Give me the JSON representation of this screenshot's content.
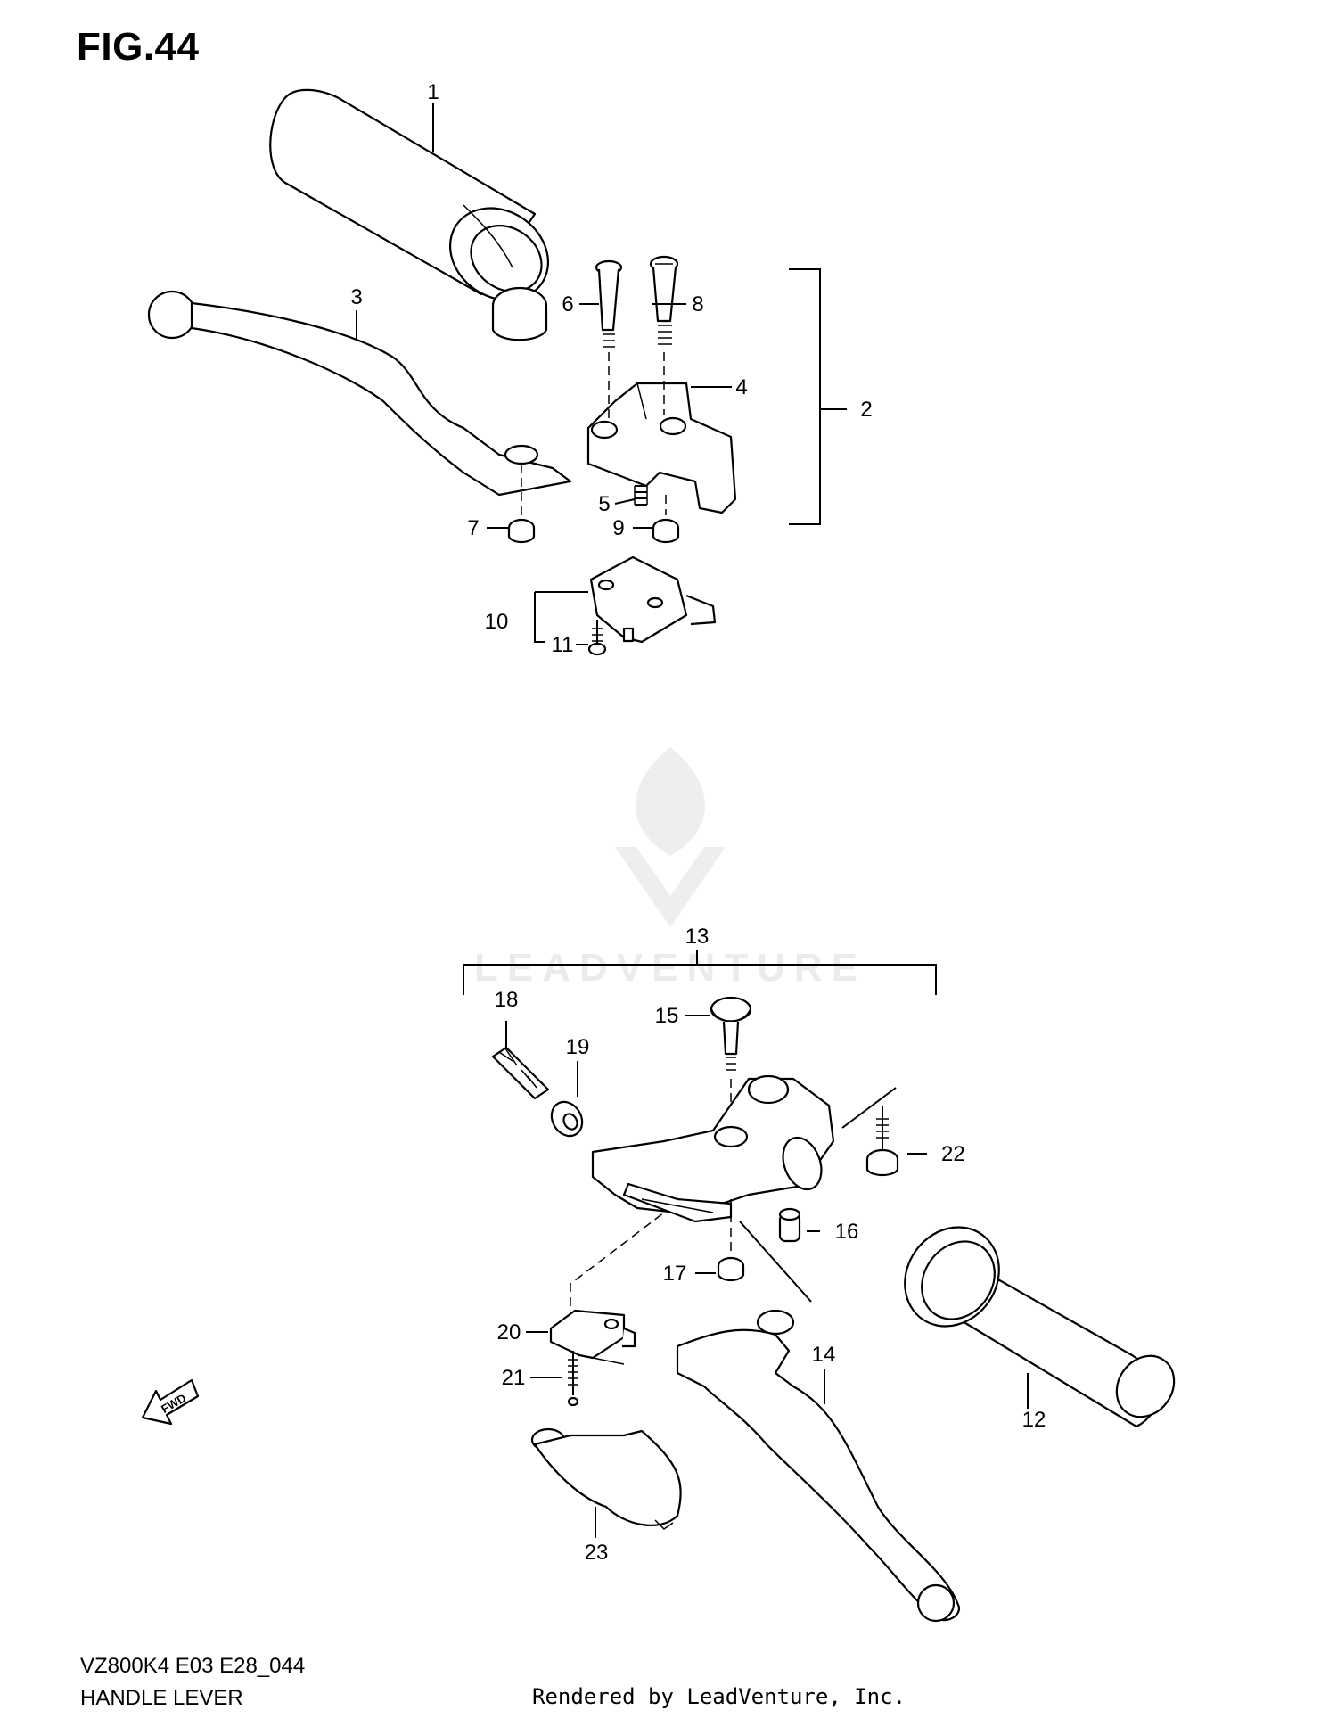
{
  "figure": {
    "title": "FIG.44",
    "model_code": "VZ800K4 E03 E28_044",
    "section_name": "HANDLE LEVER",
    "rendered_by": "Rendered by LeadVenture, Inc.",
    "watermark_text": "LEADVENTURE",
    "fwd_label": "FWD"
  },
  "callouts": [
    "1",
    "2",
    "3",
    "4",
    "5",
    "6",
    "7",
    "8",
    "9",
    "10",
    "11",
    "12",
    "13",
    "14",
    "15",
    "16",
    "17",
    "18",
    "19",
    "20",
    "21",
    "22",
    "23"
  ]
}
